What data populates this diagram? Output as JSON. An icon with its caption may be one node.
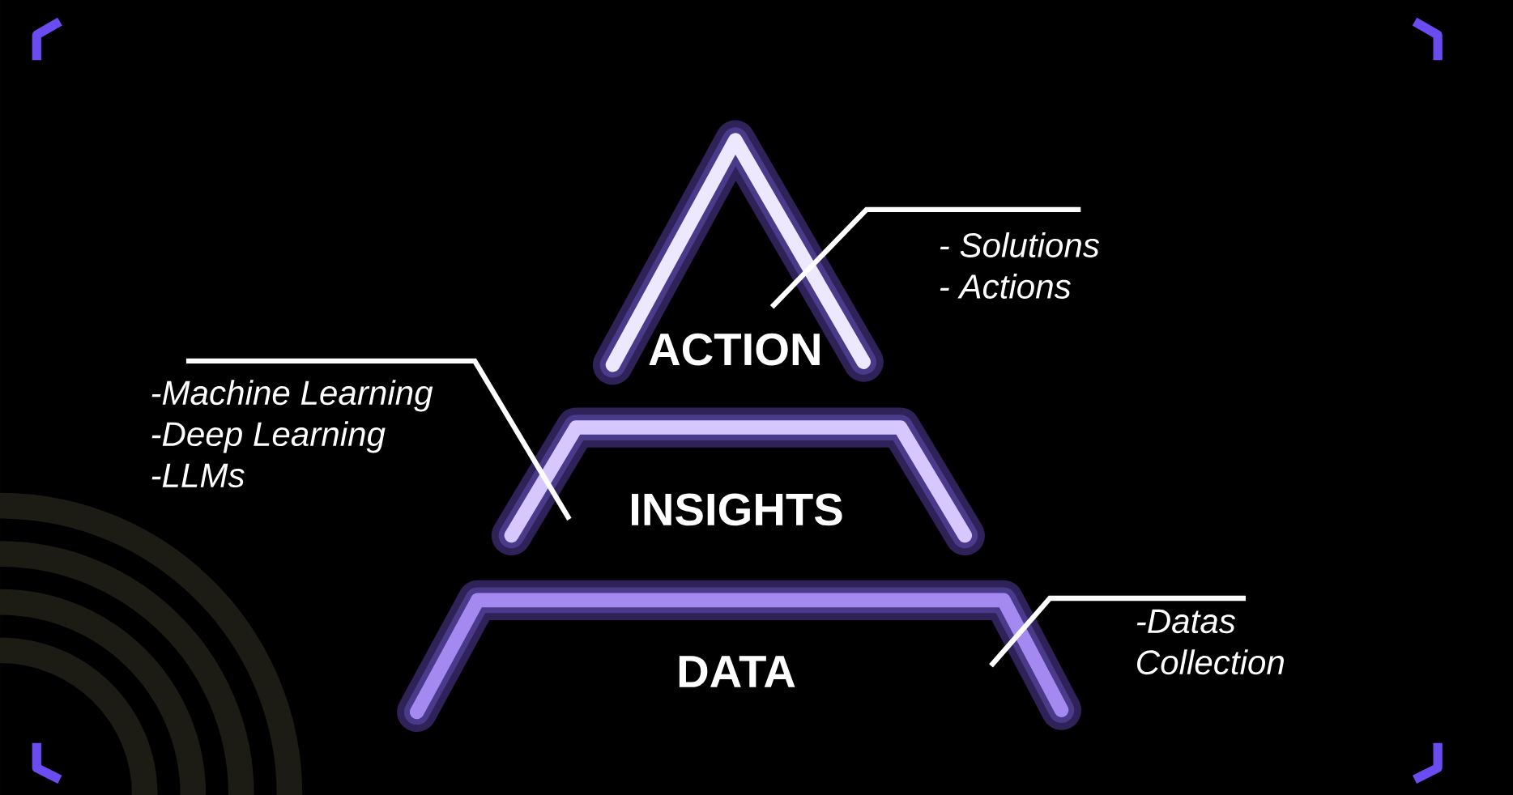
{
  "diagram": {
    "nodes": [
      {
        "text": [
          "ACTION"
        ]
      },
      {
        "text": [
          "INSIGHTS"
        ]
      },
      {
        "text": [
          "DATA"
        ]
      },
      {
        "text": [
          "- Solutions",
          "- Actions"
        ]
      },
      {
        "text": [
          "-Machine Learning",
          "-Deep Learning",
          "-LLMs"
        ]
      },
      {
        "text": [
          "-Datas Collection"
        ]
      }
    ],
    "edges": [
      {
        "from": 3,
        "to": 0,
        "arrow": "none"
      },
      {
        "from": 4,
        "to": 1,
        "arrow": "none"
      },
      {
        "from": 5,
        "to": 2,
        "arrow": "none"
      }
    ]
  }
}
